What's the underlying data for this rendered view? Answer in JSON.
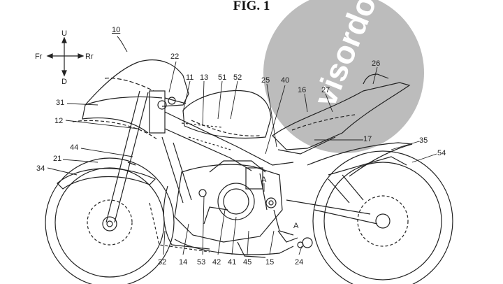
{
  "figure": {
    "title": "FIG. 1",
    "watermark": "visordown",
    "orientation": {
      "up": "U",
      "down": "D",
      "front": "Fr",
      "rear": "Rr"
    },
    "overall_ref": "10"
  },
  "callouts": [
    "22",
    "11",
    "13",
    "51",
    "52",
    "25",
    "40",
    "26",
    "16",
    "27",
    "31",
    "12",
    "17",
    "35",
    "54",
    "44",
    "21",
    "34",
    "32",
    "14",
    "53",
    "42",
    "41",
    "45",
    "15",
    "24",
    "A",
    "A"
  ],
  "colors": {
    "line": "#222222",
    "watermark": "#b9b9b9",
    "background": "#ffffff"
  }
}
